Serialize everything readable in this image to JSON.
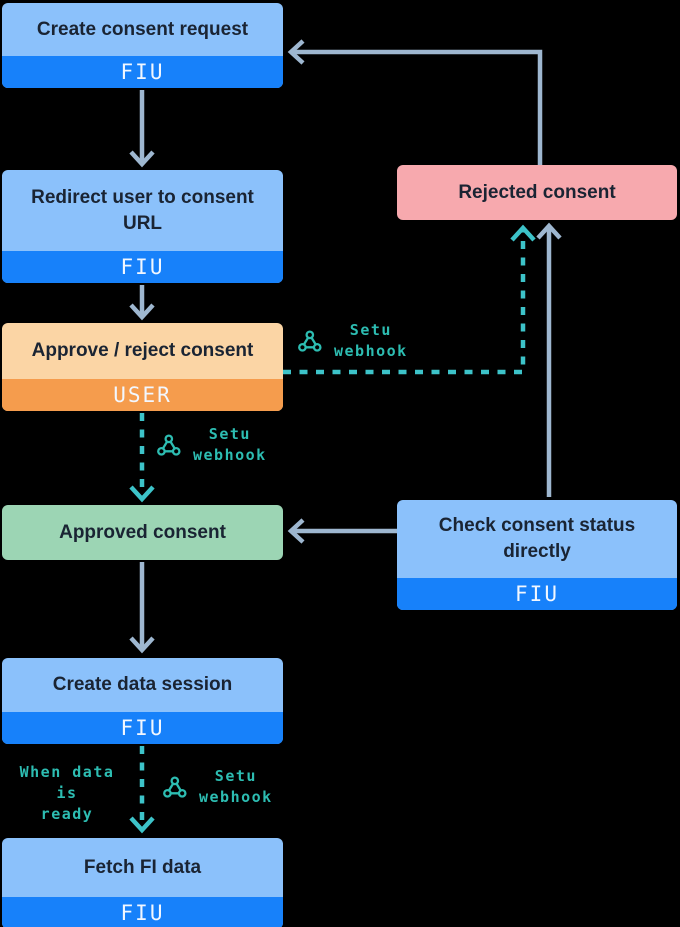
{
  "diagram": {
    "nodes": [
      {
        "id": "create-consent-request",
        "title": "Create consent request",
        "badge": "FIU",
        "theme": "blue"
      },
      {
        "id": "redirect-user-to-consent-url",
        "title": "Redirect user to consent URL",
        "badge": "FIU",
        "theme": "blue"
      },
      {
        "id": "approve-reject-consent",
        "title": "Approve / reject consent",
        "badge": "USER",
        "theme": "orange"
      },
      {
        "id": "approved-consent",
        "title": "Approved consent",
        "badge": null,
        "theme": "green"
      },
      {
        "id": "create-data-session",
        "title": "Create data session",
        "badge": "FIU",
        "theme": "blue"
      },
      {
        "id": "fetch-fi-data",
        "title": "Fetch FI data",
        "badge": "FIU",
        "theme": "blue"
      },
      {
        "id": "rejected-consent",
        "title": "Rejected consent",
        "badge": null,
        "theme": "pink"
      },
      {
        "id": "check-consent-status-directly",
        "title": "Check consent status directly",
        "badge": "FIU",
        "theme": "blue"
      }
    ],
    "labels": {
      "webhook": {
        "line1": "Setu",
        "line2": "webhook"
      },
      "when_ready": {
        "line1": "When data is",
        "line2": "ready"
      }
    },
    "colors": {
      "node_light_blue": "#8BC1FB",
      "node_bar_blue": "#1781FA",
      "node_light_orange": "#FBD5A5",
      "node_bar_orange": "#F59C4D",
      "node_green": "#9CD5B4",
      "node_pink": "#F7A9AE",
      "arrow_solid": "#9EB7D0",
      "arrow_dashed": "#3DC3C9",
      "webhook_teal": "#2DBDB2",
      "title_text": "#1A2433",
      "badge_text": "#F2F7FF",
      "background": "#000000"
    }
  }
}
